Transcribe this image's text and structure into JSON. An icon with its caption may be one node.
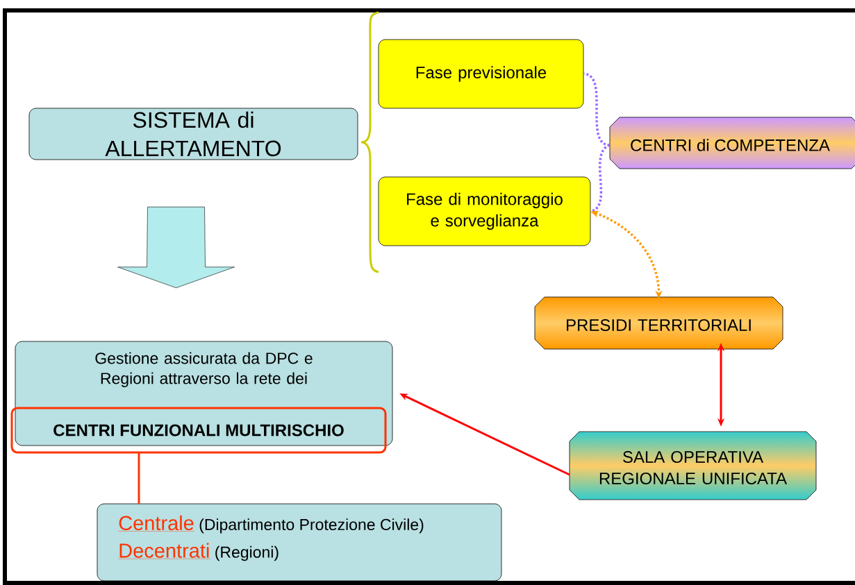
{
  "diagram": {
    "nodes": [
      {
        "text": [
          "SISTEMA di ALLERTAMENTO"
        ]
      },
      {
        "text": [
          "Fase previsionale"
        ]
      },
      {
        "text": [
          "Fase di monitoraggio e sorveglianza"
        ]
      },
      {
        "text": [
          "CENTRI di COMPETENZA"
        ]
      },
      {
        "text": [
          "PRESIDI TERRITORIALI"
        ]
      },
      {
        "text": [
          "Gestione assicurata da DPC e Regioni attraverso la rete dei"
        ]
      },
      {
        "text": [
          "CENTRI FUNZIONALI MULTIRISCHIO"
        ]
      },
      {
        "text": [
          "SALA OPERATIVA REGIONALE UNIFICATA"
        ]
      },
      {
        "text": [
          "Centrale",
          "(Dipartimento Protezione Civile)",
          "Decentrati",
          "(Regioni)"
        ]
      }
    ],
    "edges": [
      {
        "from": 0,
        "to": 5,
        "arrow": "to",
        "style": "thick",
        "color": "#b3ecec"
      },
      {
        "from": 3,
        "to": 1,
        "arrow": "none",
        "style": "dashed",
        "color": "#9966ff"
      },
      {
        "from": 3,
        "to": 2,
        "arrow": "none",
        "style": "dashed",
        "color": "#9966ff"
      },
      {
        "from": 2,
        "to": 4,
        "arrow": "both",
        "style": "dashed",
        "color": "#ff9900"
      },
      {
        "from": 4,
        "to": 7,
        "arrow": "both",
        "color": "#ff0000"
      },
      {
        "from": 7,
        "to": 5,
        "arrow": "to",
        "color": "#ff0000"
      },
      {
        "from": 6,
        "to": 8,
        "arrow": "none",
        "color": "#ff3300"
      }
    ]
  }
}
